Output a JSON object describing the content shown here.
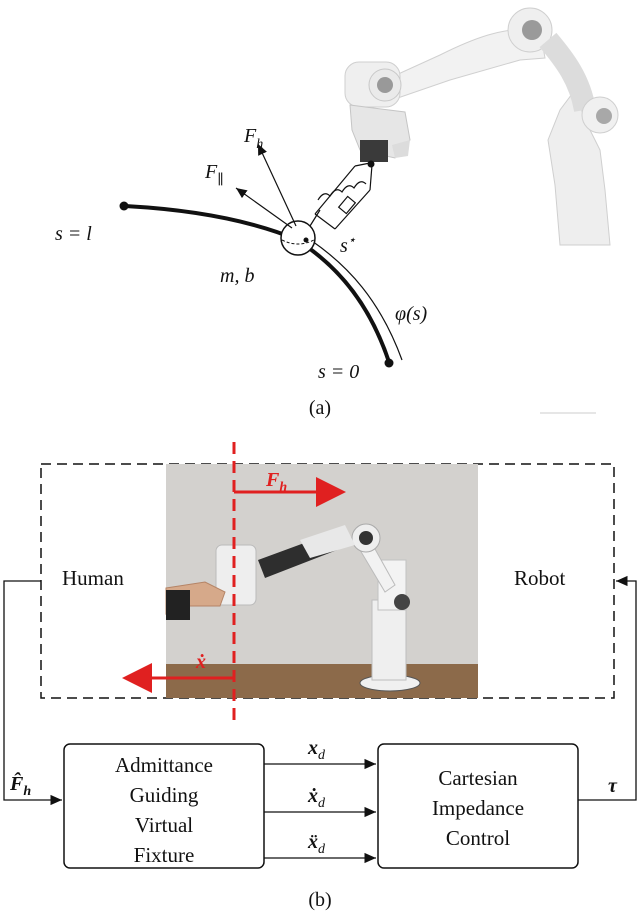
{
  "panel_a": {
    "caption": "(a)",
    "label_s_l": "s = l",
    "label_s_0": "s = 0",
    "label_mb": "m, b",
    "label_fh": "F",
    "label_fh_sub": "h",
    "label_fpar": "F",
    "label_fpar_sub": "∥",
    "label_sstar": "s",
    "label_sstar_sup": "⋆",
    "label_phi": "φ(s)"
  },
  "panel_b": {
    "caption": "(b)",
    "human_label": "Human",
    "robot_label": "Robot",
    "photo_force_label": "F",
    "photo_force_sub": "h",
    "photo_vel_label": "ẋ",
    "admittance_lines": [
      "Admittance",
      "Guiding",
      "Virtual",
      "Fixture"
    ],
    "cartesian_lines": [
      "Cartesian",
      "Impedance",
      "Control"
    ],
    "signal_xd": "x",
    "signal_xd_dot": "ẋ",
    "signal_xd_ddot": "ẍ",
    "signal_sub_d": "d",
    "input_fh": "F̂",
    "input_fh_sub": "h",
    "output_tau": "τ"
  },
  "colors": {
    "accent_red": "#e02020",
    "line": "#111111"
  }
}
